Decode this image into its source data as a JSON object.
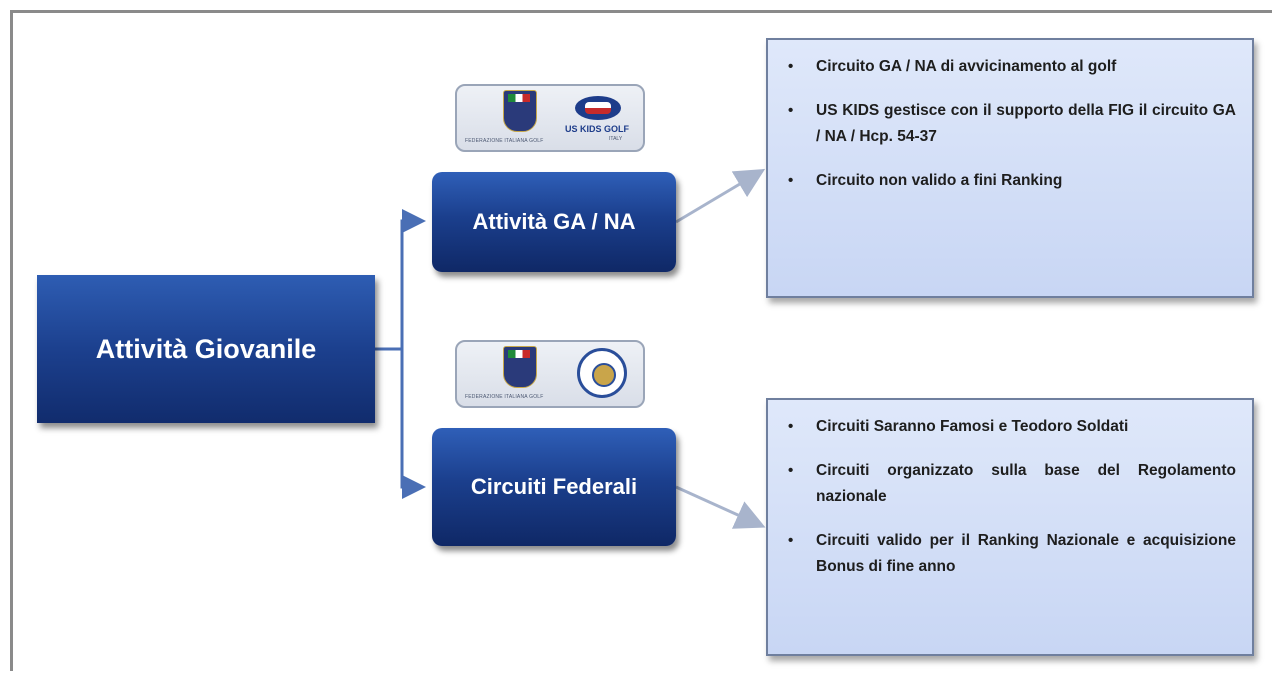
{
  "diagram": {
    "root": {
      "label": "Attività Giovanile"
    },
    "branches": [
      {
        "label": "Attività GA / NA",
        "logos": {
          "fig_caption": "FEDERAZIONE ITALIANA GOLF",
          "partner_name": "US KIDS GOLF",
          "partner_sub": "ITALY",
          "icons": [
            "fig-shield-icon",
            "us-kids-logo-icon"
          ]
        },
        "details": [
          "Circuito GA / NA di avvicinamento al golf",
          "US KIDS gestisce con il supporto della FIG il circuito GA / NA / Hcp. 54-37",
          "Circuito non valido a fini Ranking"
        ]
      },
      {
        "label": "Circuiti Federali",
        "logos": {
          "fig_caption": "FEDERAZIONE ITALIANA GOLF",
          "icons": [
            "fig-shield-icon",
            "circuit-seal-icon"
          ]
        },
        "details": [
          "Circuiti Saranno Famosi e Teodoro Soldati",
          "Circuiti organizzato sulla base del Regolamento nazionale",
          "Circuiti valido per il Ranking Nazionale e acquisizione Bonus di fine anno"
        ]
      }
    ],
    "colors": {
      "box_dark": "#0f2866",
      "box_light": "#2f5fb8",
      "panel_fill": "#d3def6",
      "panel_border": "#6f7f9e",
      "connector": "#4a6fb5"
    }
  }
}
